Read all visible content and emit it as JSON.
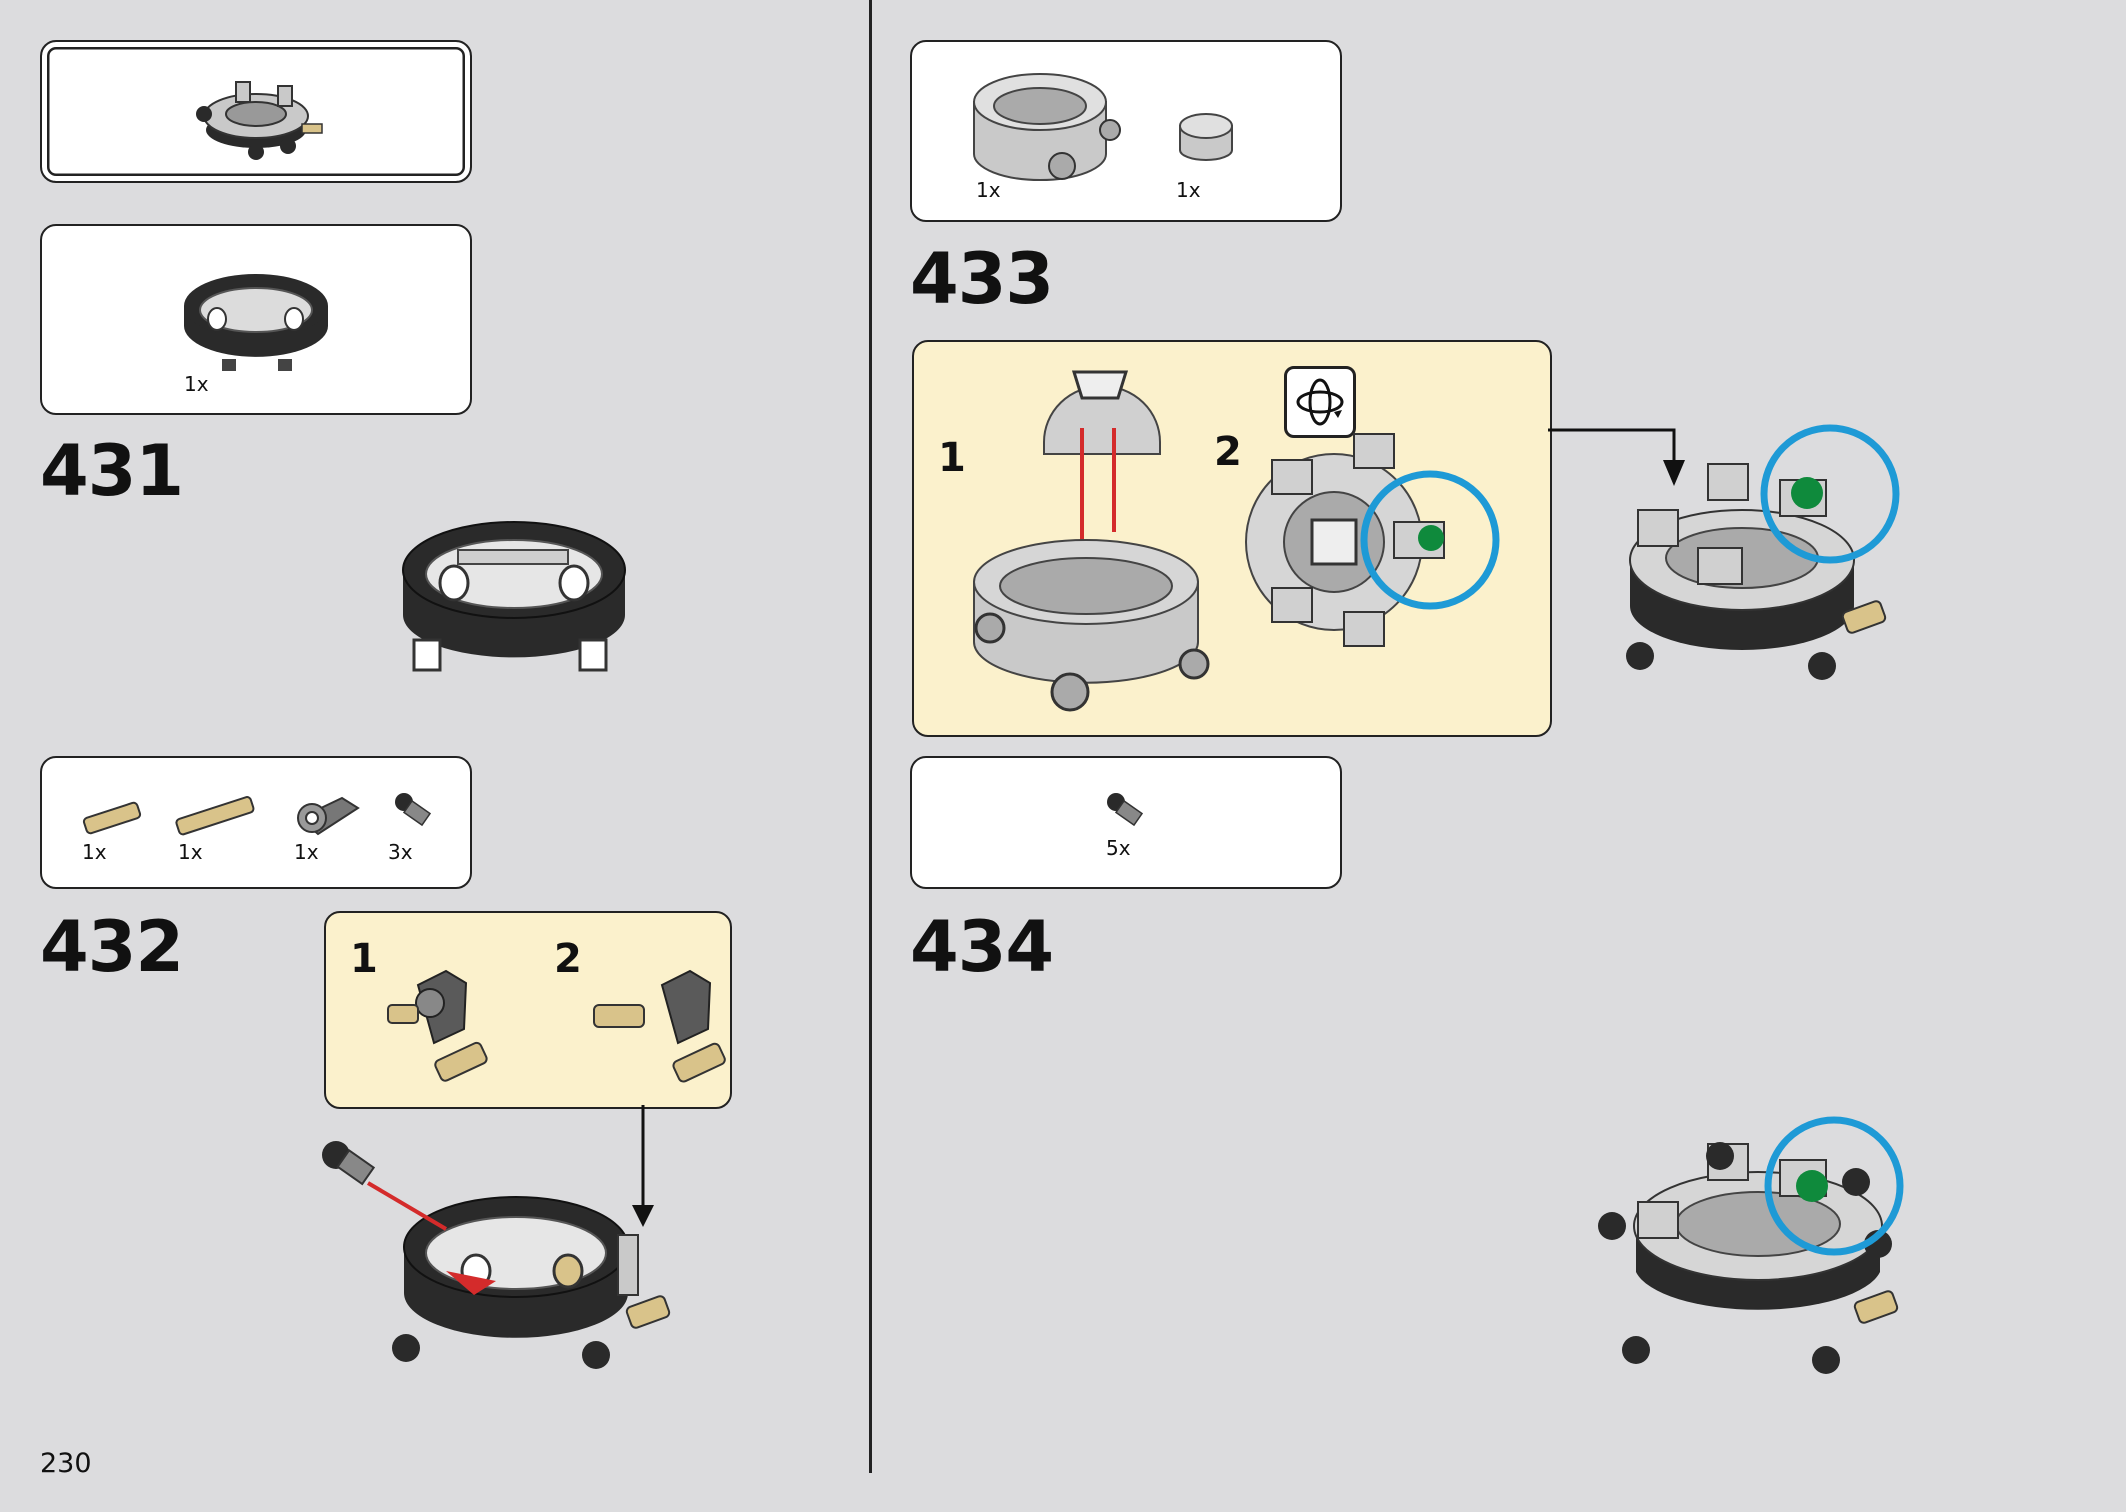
{
  "page_number": "230",
  "steps": [
    {
      "number": "431",
      "parts": [
        {
          "qty": "1x"
        }
      ]
    },
    {
      "number": "432",
      "parts": [
        {
          "qty": "1x"
        },
        {
          "qty": "1x"
        },
        {
          "qty": "1x"
        },
        {
          "qty": "3x"
        }
      ],
      "callout_substeps": [
        "1",
        "2"
      ]
    },
    {
      "number": "433",
      "parts": [
        {
          "qty": "1x"
        },
        {
          "qty": "1x"
        }
      ],
      "callout_substeps": [
        "1",
        "2"
      ]
    },
    {
      "number": "434",
      "parts": [
        {
          "qty": "5x"
        }
      ]
    }
  ],
  "colors": {
    "background": "#dcdcde",
    "callout": "#fbf1cc",
    "highlight_circle": "#1e9ad6",
    "highlight_dot": "#0f8a3c",
    "arrow": "#d42b2b",
    "brick_dark": "#2a2a2a",
    "brick_light": "#c9c9c9",
    "brick_tan": "#d9c38a"
  },
  "icons": [
    "rotate-model-icon"
  ]
}
